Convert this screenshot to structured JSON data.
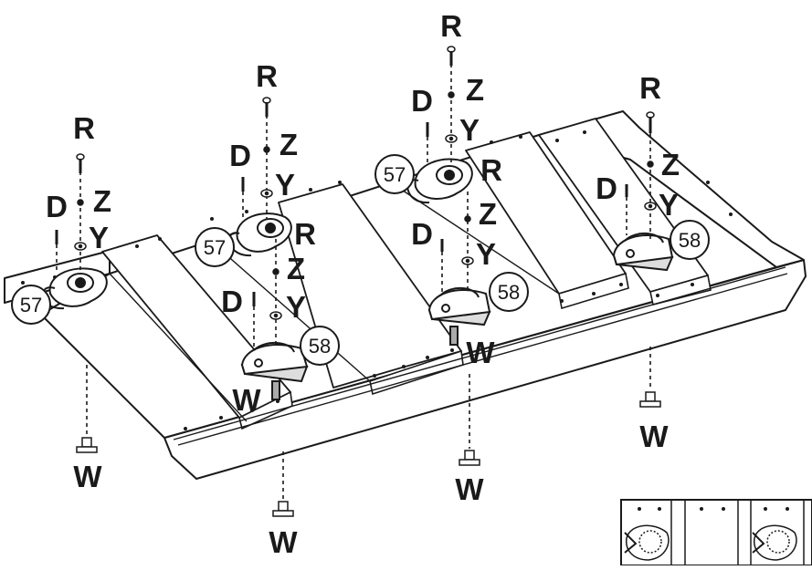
{
  "labels": {
    "R": "R",
    "Z": "Z",
    "Y": "Y",
    "D": "D",
    "W": "W"
  },
  "callouts": {
    "bracket": "57",
    "cleat": "58"
  },
  "colors": {
    "line": "#1a1a1a",
    "fill": "#ffffff",
    "shade": "#9a9a9a"
  }
}
